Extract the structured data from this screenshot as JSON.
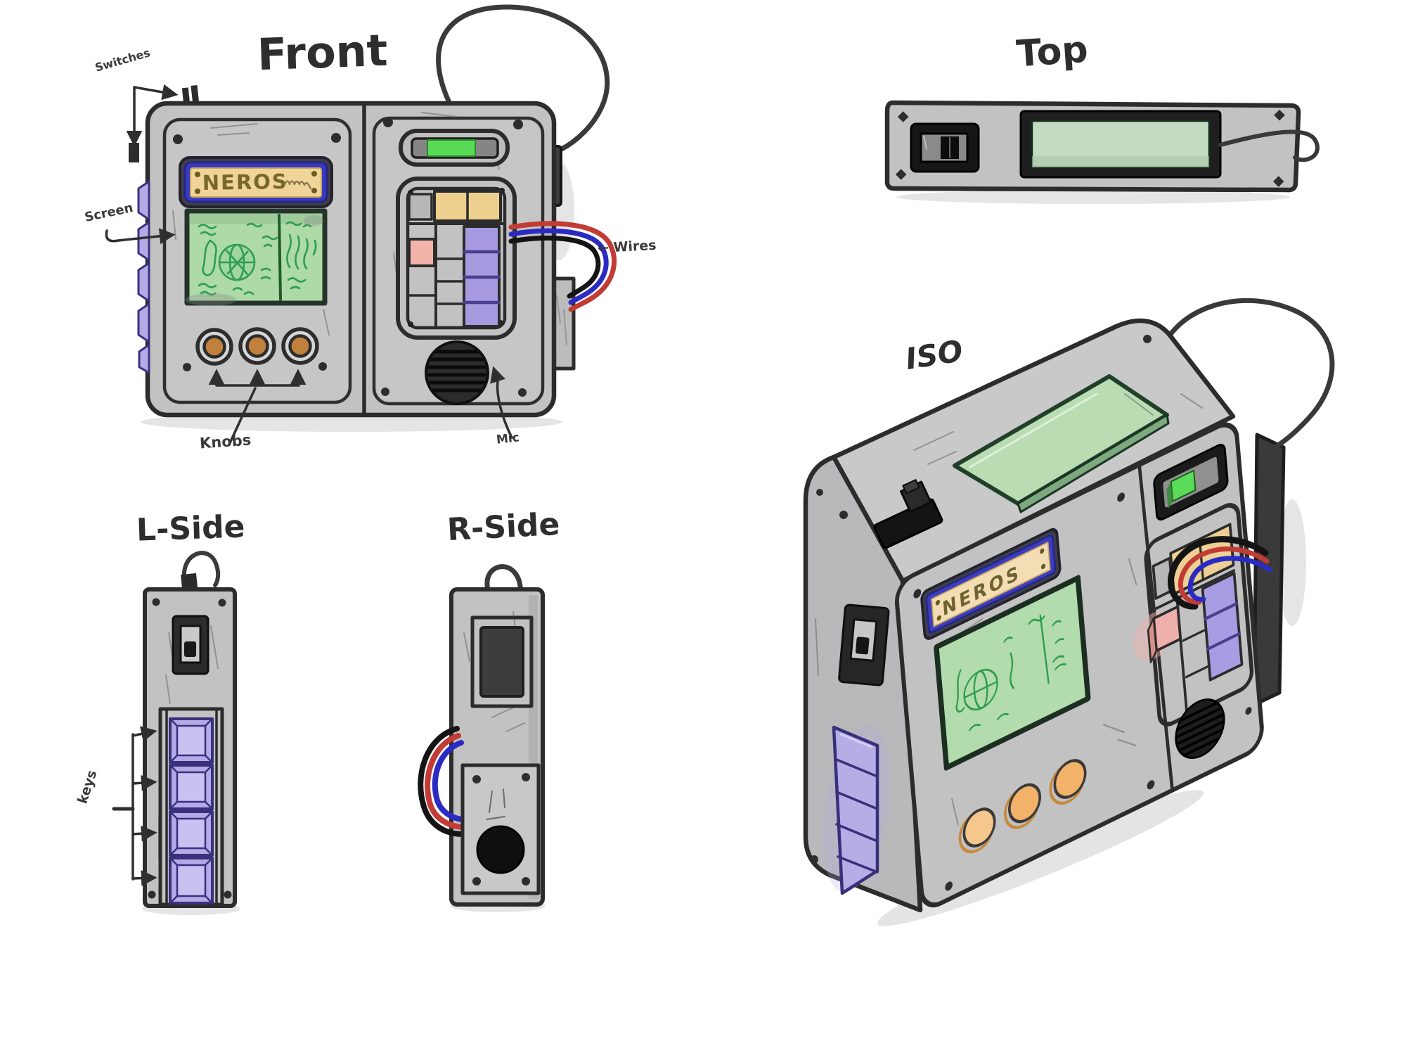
{
  "device": {
    "brand": "NEROS"
  },
  "titles": {
    "front": "Front",
    "top": "Top",
    "l_side": "L-Side",
    "r_side": "R-Side",
    "iso": "ISO"
  },
  "annotations": {
    "switches": "Switches",
    "screen": "Screen",
    "knobs": "Knobs",
    "mic": "Mic",
    "wires": "← Wires",
    "keys": "keys"
  },
  "colors": {
    "body_gray": "#c2c2c3",
    "outline": "#2c2c2c",
    "plate_blue": "#3a3ac0",
    "plate_tan": "#f0d49a",
    "brand_text": "#77682a",
    "screen_green": "#aedaa8",
    "sketch_green": "#2e9e4f",
    "knob_orange": "#c1803b",
    "knob_orange_iso": "#f2b269",
    "key_purple": "#b4aae6",
    "keypad_tan": "#eecf8e",
    "keypad_pink": "#f2b3ab",
    "indicator_green": "#58dc58",
    "wire_red": "#c23b35",
    "wire_blue": "#2b2bc4",
    "wire_black": "#141414"
  }
}
